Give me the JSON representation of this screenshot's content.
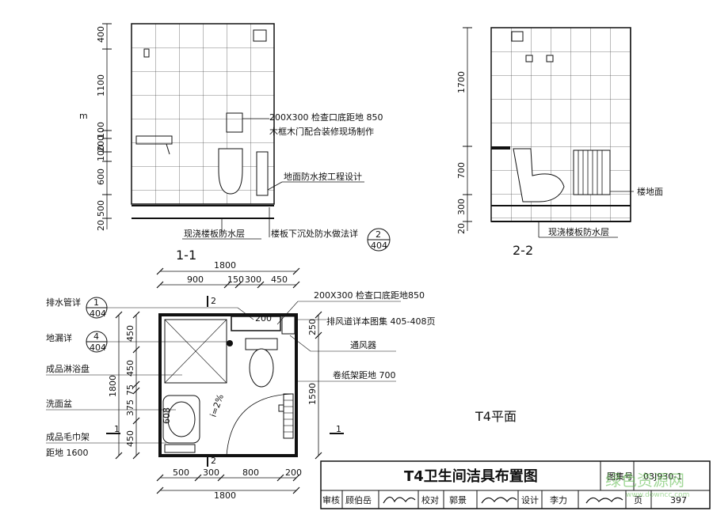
{
  "section_1_1": {
    "caption": "1-1",
    "dims": [
      "400",
      "1100",
      "100",
      "200",
      "100",
      "600",
      "500",
      "20"
    ],
    "tick_mark": "m",
    "note_access_door_1": "200X300 检查口底距地 850",
    "note_access_door_2": "木框木门配合装修现场制作",
    "note_floor_waterproof_by_project": "地面防水按工程设计",
    "note_cast_slab_waterproof": "现浇楼板防水层",
    "note_sunken_slab": "楼板下沉处防水做法详",
    "ref_sunken_top": "2",
    "ref_sunken_bottom": "404"
  },
  "section_2_2": {
    "caption": "2-2",
    "dims": [
      "1700",
      "700",
      "300",
      "20"
    ],
    "note_floor_finish": "楼地面",
    "note_cast_slab_waterproof": "现浇楼板防水层"
  },
  "plan": {
    "caption": "T4平面",
    "top_total": "1800",
    "top_dims": [
      "900",
      "150",
      "300",
      "450"
    ],
    "bottom_dims": [
      "500",
      "300",
      "800",
      "200"
    ],
    "bottom_total": "1800",
    "left_total": "1800",
    "left_dims": [
      "450",
      "450",
      "75",
      "375",
      "450"
    ],
    "right_dims": [
      "250",
      "1590"
    ],
    "drain_pipe_label": "排水管详",
    "drain_pipe_ref_top": "1",
    "drain_pipe_ref_bottom": "404",
    "floor_drain_label": "地漏详",
    "floor_drain_ref_top": "4",
    "floor_drain_ref_bottom": "404",
    "shower_tray_label": "成品淋浴盘",
    "basin_label": "洗面盆",
    "towel_rack_label": "成品毛巾架",
    "towel_rack_height": "距地 1600",
    "access_door_label": "200X300 检查口底距地850",
    "exhaust_label": "排风道详本图集 405-408页",
    "vent_label": "通风器",
    "paper_holder_label": "卷纸架距地 700",
    "section_mark_1": "1",
    "section_mark_2": "2",
    "basin_width": "608",
    "slope_text": "i=2%",
    "pipe_size": "200"
  },
  "title_block": {
    "drawing_title": "T4卫生间洁具布置图",
    "atlas_label": "图集号",
    "atlas_no": "03J930-1",
    "review_label": "审核",
    "reviewer": "顾伯岳",
    "check_label": "校对",
    "checker": "郭景",
    "design_label": "设计",
    "designer": "李力",
    "page_label": "页",
    "page_no": "397"
  },
  "watermark": {
    "text": "绿色资源网",
    "url": "www.downcc.com"
  }
}
